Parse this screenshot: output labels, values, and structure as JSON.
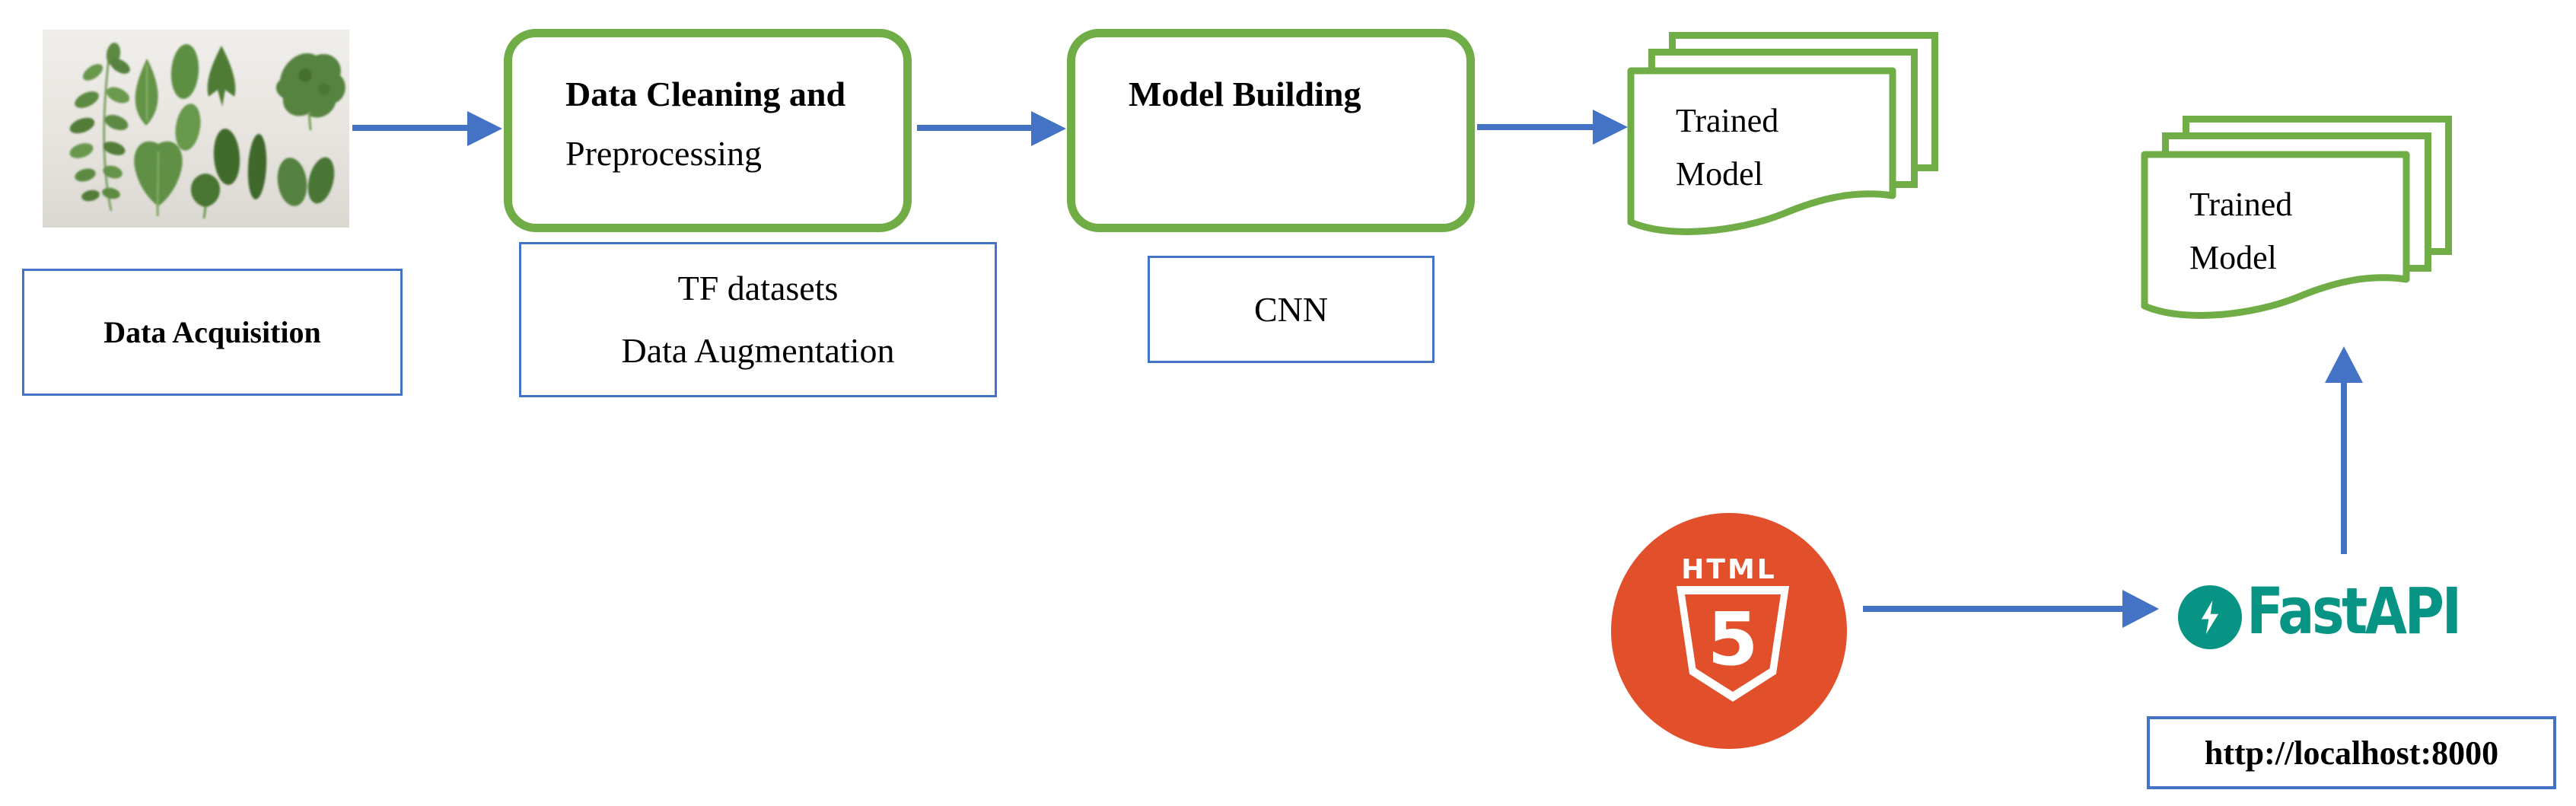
{
  "colors": {
    "accent_green": "#70AD47",
    "accent_blue": "#4472C4",
    "html5_orange": "#E2502B",
    "fastapi_teal": "#089484",
    "photo_bg": "#E9E7E2",
    "ink": "#000000",
    "canvas_bg": "#FFFFFF"
  },
  "pipeline": {
    "data_acquisition": {
      "label": "Data Acquisition"
    },
    "data_cleaning": {
      "line1": "Data Cleaning and",
      "line2": "Preprocessing"
    },
    "tf_datasets": {
      "line1": "TF datasets",
      "line2": "Data Augmentation"
    },
    "model_building": {
      "label": "Model Building"
    },
    "cnn": {
      "label": "CNN"
    },
    "trained_model_top": {
      "line1": "Trained",
      "line2": "Model"
    },
    "trained_model_right": {
      "line1": "Trained",
      "line2": "Model"
    },
    "localhost": {
      "label": "http://localhost:8000"
    }
  },
  "logos": {
    "html5": {
      "word": "HTML",
      "digit": "5"
    },
    "fastapi": {
      "label": "FastAPI"
    }
  },
  "icons": {
    "leaf_photo": "leaf-collection-photo",
    "flow_arrow": "arrow-right-icon",
    "upload_arrow": "arrow-up-icon",
    "fastapi_bolt": "lightning-bolt-icon",
    "html5_shield": "shield-icon"
  }
}
